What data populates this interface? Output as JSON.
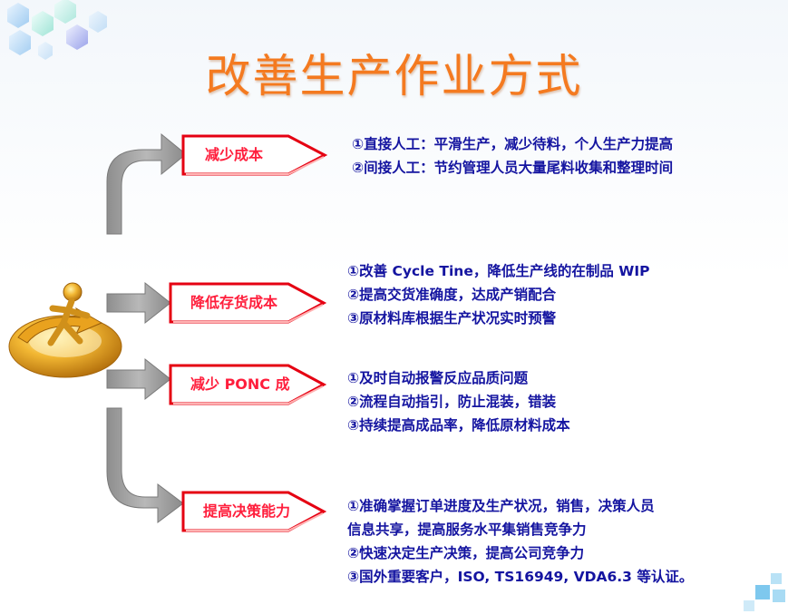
{
  "title": "改善生产作业方式",
  "items": [
    {
      "label": "减少成本",
      "lines": [
        "①直接人工：平滑生产，减少待料，个人生产力提高",
        "②间接人工：节约管理人员大量尾料收集和整理时间"
      ]
    },
    {
      "label": "降低存货成本",
      "lines": [
        "①改善 Cycle Tine，降低生产线的在制品 WIP",
        "②提高交货准确度，达成产销配合",
        "③原材料库根据生产状况实时预警"
      ]
    },
    {
      "label": "减少 PONC 成",
      "lines": [
        "①及时自动报警反应品质问题",
        "②流程自动指引，防止混装，错装",
        "③持续提高成品率，降低原材料成本"
      ]
    },
    {
      "label": "提高决策能力",
      "lines": [
        "①准确掌握订单进度及生产状况，销售，决策人员",
        "信息共享，提高服务水平集销售竞争力",
        "②快速决定生产决策，提高公司竞争力",
        "③国外重要客户，ISO, TS16949, VDA6.3 等认证。"
      ]
    }
  ]
}
